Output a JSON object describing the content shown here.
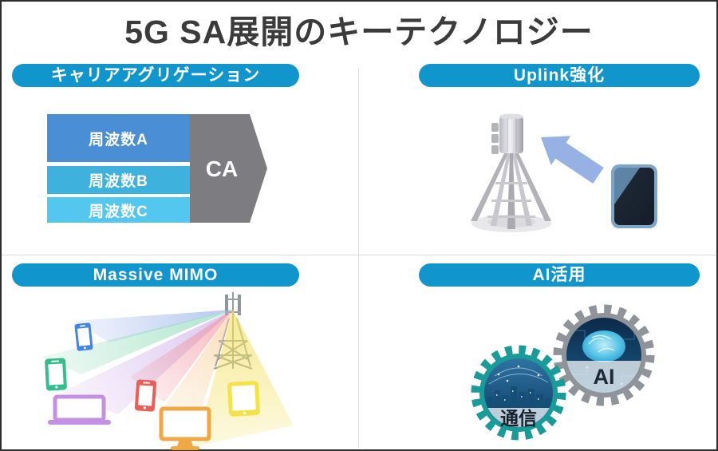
{
  "title": "5G SA展開のキーテクノロジー",
  "colors": {
    "header_pill": "#1095cd",
    "title_text": "#3b3b3b",
    "divider": "#dcdcdc"
  },
  "sections": {
    "carrier_aggregation": {
      "label": "キャリアアグリゲーション",
      "bars": [
        {
          "label": "周波数A",
          "color": "#4a8fd6"
        },
        {
          "label": "周波数B",
          "color": "#3eb2dc"
        },
        {
          "label": "周波数C",
          "color": "#54c7f0"
        }
      ],
      "arrow_label": "CA",
      "arrow_color": "#7d7d81"
    },
    "uplink": {
      "label": "Uplink強化",
      "arrow_color": "#97b1e5",
      "icons": [
        "cell-tower-icon",
        "uplink-arrow-icon",
        "smartphone-icon"
      ]
    },
    "massive_mimo": {
      "label": "Massive MIMO",
      "beam_colors": [
        "#89a8e8",
        "#7cd4ae",
        "#c8a4e8",
        "#f09098",
        "#f6c98e",
        "#f2e060"
      ],
      "devices": [
        "smartphone-blue",
        "smartphone-green",
        "laptop-purple",
        "smartphone-red",
        "monitor-orange",
        "tablet-yellow"
      ]
    },
    "ai": {
      "label": "AI活用",
      "gears": [
        {
          "label": "AI",
          "color": "#8e9499"
        },
        {
          "label": "通信",
          "color": "#1a9a98"
        }
      ]
    }
  }
}
